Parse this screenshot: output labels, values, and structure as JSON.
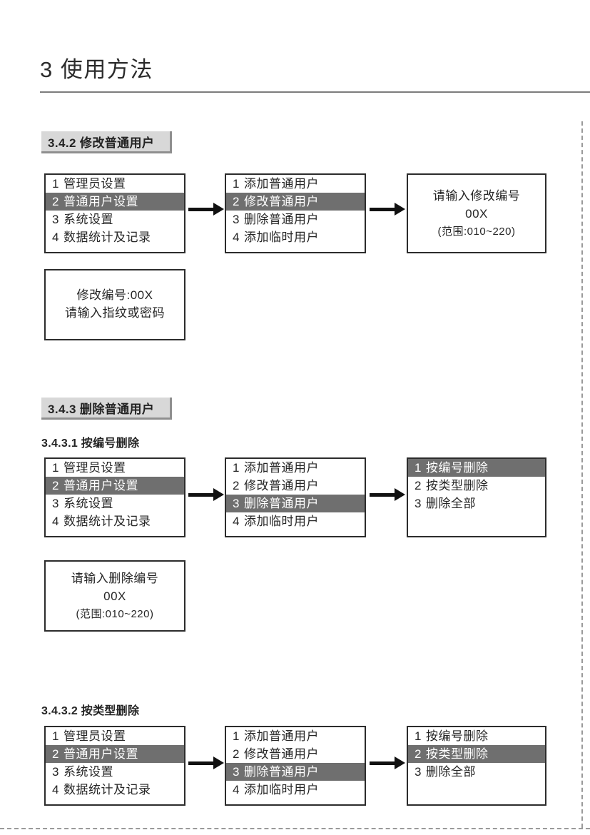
{
  "document": {
    "chapter_title": "3 使用方法"
  },
  "sections": [
    {
      "id": "3.4.2",
      "band_label": "3.4.2 修改普通用户",
      "subheading": null
    },
    {
      "id": "3.4.3",
      "band_label": "3.4.3 删除普通用户",
      "subheading": "3.4.3.1 按编号删除"
    },
    {
      "id": "3.4.3.2",
      "band_label": null,
      "subheading": "3.4.3.2 按类型删除"
    }
  ],
  "menus": {
    "main_menu": {
      "name": "main-menu",
      "rows": [
        {
          "num": "1",
          "label": "管理员设置",
          "selected": false
        },
        {
          "num": "2",
          "label": "普通用户设置",
          "selected": true
        },
        {
          "num": "3",
          "label": "系统设置",
          "selected": false
        },
        {
          "num": "4",
          "label": "数据统计及记录",
          "selected": false
        }
      ]
    },
    "user_menu_modify": {
      "name": "user-settings-menu",
      "rows": [
        {
          "num": "1",
          "label": "添加普通用户",
          "selected": false
        },
        {
          "num": "2",
          "label": "修改普通用户",
          "selected": true
        },
        {
          "num": "3",
          "label": "删除普通用户",
          "selected": false
        },
        {
          "num": "4",
          "label": "添加临时用户",
          "selected": false
        }
      ]
    },
    "user_menu_delete": {
      "name": "user-settings-menu",
      "rows": [
        {
          "num": "1",
          "label": "添加普通用户",
          "selected": false
        },
        {
          "num": "2",
          "label": "修改普通用户",
          "selected": false
        },
        {
          "num": "3",
          "label": "删除普通用户",
          "selected": true
        },
        {
          "num": "4",
          "label": "添加临时用户",
          "selected": false
        }
      ]
    },
    "delete_menu_by_id": {
      "name": "delete-method-menu",
      "rows": [
        {
          "num": "1",
          "label": "按编号删除",
          "selected": true
        },
        {
          "num": "2",
          "label": "按类型删除",
          "selected": false
        },
        {
          "num": "3",
          "label": "删除全部",
          "selected": false
        }
      ]
    },
    "delete_menu_by_type": {
      "name": "delete-method-menu",
      "rows": [
        {
          "num": "1",
          "label": "按编号删除",
          "selected": false
        },
        {
          "num": "2",
          "label": "按类型删除",
          "selected": true
        },
        {
          "num": "3",
          "label": "删除全部",
          "selected": false
        }
      ]
    }
  },
  "messages": {
    "enter_modify_id": {
      "line1": "请输入修改编号",
      "line2": "00X",
      "line3": "(范围:010~220)"
    },
    "modify_prompt": {
      "line1": "修改编号:00X",
      "line2": "请输入指纹或密码"
    },
    "enter_delete_id": {
      "line1": "请输入删除编号",
      "line2": "00X",
      "line3": "(范围:010~220)"
    }
  },
  "colors": {
    "selected_row_bg": "#6f6f6f",
    "selected_row_text": "#ffffff",
    "band_bg": "#d8d8d8",
    "band_underline": "#8f8f8f",
    "box_border": "#2c2c2c",
    "arrow": "#111111",
    "trim_mark": "#9a9a9a"
  }
}
